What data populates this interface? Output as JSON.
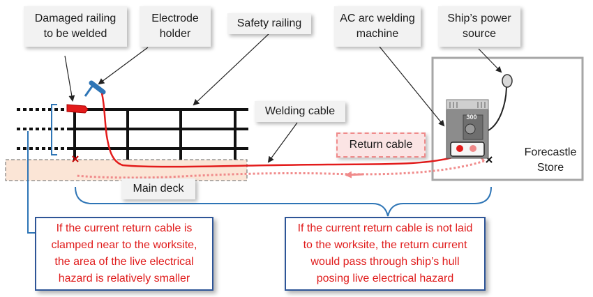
{
  "labels": {
    "damaged_railing": "Damaged railing\nto be welded",
    "electrode_holder": "Electrode\nholder",
    "safety_railing": "Safety railing",
    "welding_machine": "AC arc welding\nmachine",
    "power_source": "Ship’s power\nsource",
    "welding_cable": "Welding cable",
    "return_cable": "Return cable",
    "main_deck": "Main deck",
    "forecastle_store": "Forecastle\nStore"
  },
  "machine": {
    "display": "300"
  },
  "notes": {
    "near_clamp": "If the current return cable is clamped near to the worksite, the area of the live electrical hazard is relatively smaller",
    "not_laid": "If the current return cable is not laid to the worksite, the return current would pass through ship’s hull posing live electrical hazard"
  },
  "colors": {
    "cable": "#e31b1b",
    "return_cable": "#f08b8b",
    "bracket": "#2e75b6",
    "deck_fill": "#fbe5d6",
    "railing": "#111111",
    "note_border": "#2e5597",
    "note_text": "#e01b1b"
  }
}
